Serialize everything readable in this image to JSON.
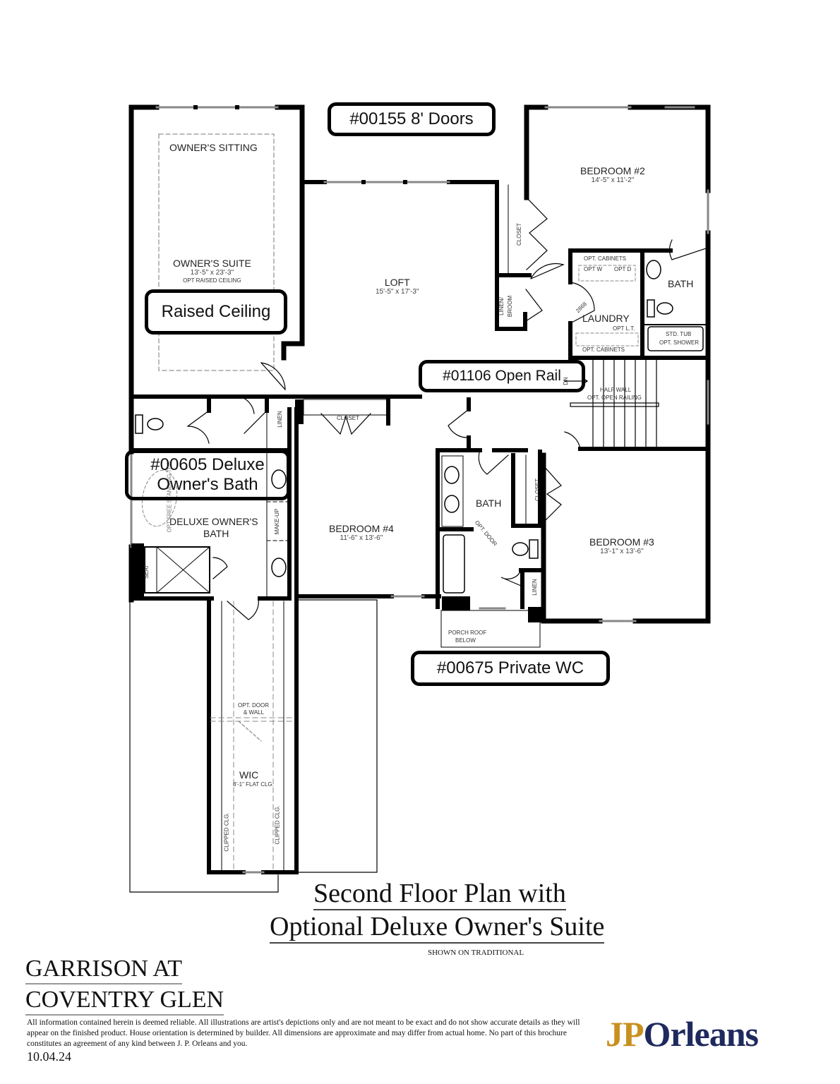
{
  "callouts": {
    "doors": "#00155 8' Doors",
    "raised_ceiling": "Raised Ceiling",
    "open_rail": "#01106 Open Rail",
    "deluxe_bath_line1": "#00605 Deluxe",
    "deluxe_bath_line2": "Owner's Bath",
    "private_wc": "#00675 Private WC"
  },
  "rooms": {
    "owners_sitting": {
      "name": "OWNER'S SITTING"
    },
    "owners_suite": {
      "name": "OWNER'S SUITE",
      "dims": "13'-5\" x 23'-3\"",
      "note": "OPT RAISED CEILING"
    },
    "loft": {
      "name": "LOFT",
      "dims": "15'-5\" x 17'-3\""
    },
    "bedroom2": {
      "name": "BEDROOM #2",
      "dims": "14'-5\" x 11'-2\""
    },
    "bedroom3": {
      "name": "BEDROOM #3",
      "dims": "13'-1\" x 13'-6\""
    },
    "bedroom4": {
      "name": "BEDROOM #4",
      "dims": "11'-6\" x 13'-6\""
    },
    "laundry": {
      "name": "LAUNDRY",
      "door": "2868",
      "cabinets_top": "OPT. CABINETS",
      "opt_w": "OPT W",
      "opt_d": "OPT D",
      "opt_lt": "OPT L.T.",
      "cabinets_bottom": "OPT. CABINETS"
    },
    "bath_b2": {
      "name": "BATH",
      "tub": "STD. TUB",
      "shower": "OPT. SHOWER"
    },
    "bath_hall": {
      "name": "BATH",
      "opt_door": "OPT. DOOR"
    },
    "deluxe_bath": {
      "name_line1": "DELUXE OWNER'S",
      "name_line2": "BATH",
      "tub": "OPT FREE STANDING TUB",
      "seat": "SEAT",
      "makeup": "MAKE-UP",
      "linen": "LINEN"
    },
    "wic": {
      "name": "WIC",
      "ceiling": "8'-1\" FLAT CLG.",
      "opt_door": "OPT. DOOR",
      "opt_wall": "& WALL",
      "clipped_left": "CLIPPED CLG.",
      "clipped_right": "CLIPPED CLG."
    },
    "closet_b2": "CLOSET",
    "linen_broom_1": "LINEN/",
    "linen_broom_2": "BROOM",
    "closet_b4": "CLOSET",
    "closet_b3": "CLOSET",
    "linen_b3": "LINEN",
    "stairs": {
      "dn": "DN",
      "half_wall": "HALF WALL",
      "opt_railing": "OPT. OPEN RAILING"
    },
    "porch": {
      "line1": "PORCH ROOF",
      "line2": "BELOW"
    }
  },
  "title": {
    "line1": "Second Floor Plan with",
    "line2": "Optional Deluxe Owner's Suite",
    "subtitle": "SHOWN ON TRADITIONAL"
  },
  "community": {
    "line1": "GARRISON AT",
    "line2": "COVENTRY GLEN"
  },
  "disclaimer": "All information contained herein is deemed reliable.  All illustrations are artist's depictions only and are not meant to be exact and do not show accurate details as they will appear on the finished product.  House orientation is determined by builder. All dimensions are approximate and may differ from actual home. No part of this brochure constitutes an agreement of any kind between J. P. Orleans and you.",
  "date": "10.04.24",
  "logo": {
    "jp": "JP",
    "orleans": "Orleans",
    "gold": "#C8901E",
    "navy": "#1E2A5E"
  }
}
